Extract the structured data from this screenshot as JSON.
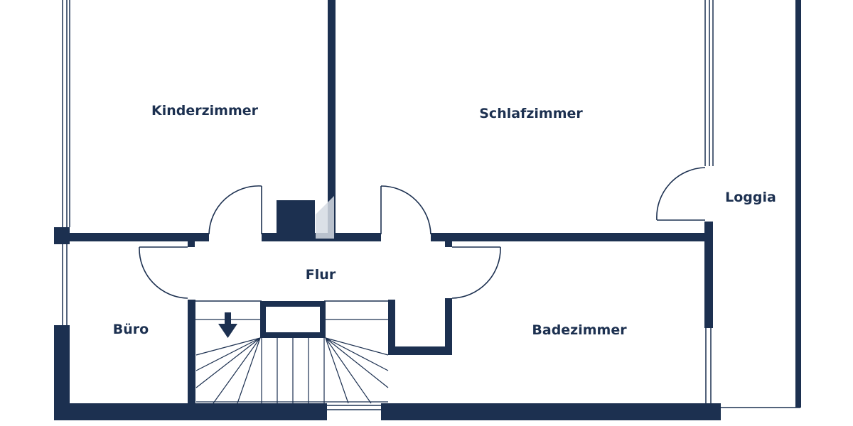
{
  "colors": {
    "wall": "#1c3050",
    "thin_line": "#1c3050",
    "background": "#ffffff",
    "watermark": "#d5dbe3"
  },
  "rooms": [
    {
      "id": "kinderzimmer",
      "label": "Kinderzimmer"
    },
    {
      "id": "schlafzimmer",
      "label": "Schlafzimmer"
    },
    {
      "id": "loggia",
      "label": "Loggia"
    },
    {
      "id": "flur",
      "label": "Flur"
    },
    {
      "id": "buero",
      "label": "Büro"
    },
    {
      "id": "badezimmer",
      "label": "Badezimmer"
    }
  ],
  "icons": {
    "stairs_direction": "arrow-down-icon",
    "watermark": "house-logo-icon"
  }
}
